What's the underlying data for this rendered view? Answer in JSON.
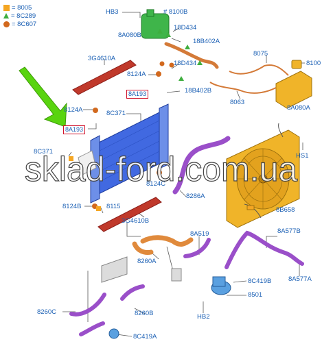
{
  "legend": [
    {
      "symbol": "square",
      "color": "#f5a623",
      "label": "= 8005"
    },
    {
      "symbol": "triangle",
      "color": "#3fae3f",
      "label": "= 8C289"
    },
    {
      "symbol": "circle",
      "color": "#d2691e",
      "label": "= 8C607"
    }
  ],
  "labels": {
    "hb3": "HB3",
    "p8100b": "# 8100B",
    "p18d434a": "18D434",
    "p8a080b": "8A080B",
    "p18b402a": "18B402A",
    "p3g4610a": "3G4610A",
    "p18d434b": "18D434",
    "p8124a_top": "8124A",
    "p8075": "8075",
    "p8100": "8100",
    "p18b402b": "18B402B",
    "p8063": "8063",
    "p8a080a": "8A080A",
    "p8124a_left": "8124A",
    "p8c371_top": "8C371",
    "p8c371_left": "8C371",
    "p8124c": "8124C",
    "p8286a": "8286A",
    "hs1": "HS1",
    "p8b658": "8B658",
    "p8124b": "8124B",
    "p8115": "8115",
    "p3g4610b": "3G4610B",
    "p8a519": "8A519",
    "p8a577b": "8A577B",
    "p8260a": "8260A",
    "p8a577a": "8A577A",
    "p8c419b": "8C419B",
    "p8501": "8501",
    "hb2": "HB2",
    "p8260c": "8260C",
    "p8260b": "8260B",
    "p8c419a": "8C419A"
  },
  "boxed_labels": {
    "b8a193_top": "8A193",
    "b8a193_left": "8A193"
  },
  "watermark": "sklad-ford.com.ua",
  "colors": {
    "label_text": "#1a5fb4",
    "callout_box": "#d0102a",
    "radiator": "#4169e1",
    "fan_shroud": "#f0b429",
    "hose_purple": "#9a4fc9",
    "hose_orange": "#e08a3c",
    "tank": "#f0b429",
    "strip": "#c0392b",
    "arrow": "#59d40f"
  }
}
